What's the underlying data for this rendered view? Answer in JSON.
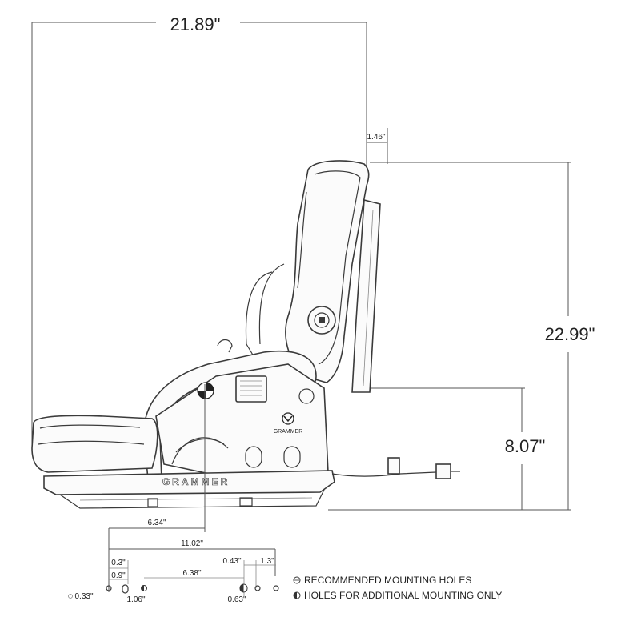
{
  "dimensions": {
    "overall_width": "21.89\"",
    "overall_height": "22.99\"",
    "seat_height": "8.07\"",
    "backrest_offset": "1.46\"",
    "mount_front": "6.34\"",
    "mount_total": "11.02\""
  },
  "mounting": {
    "d_03": "0.3\"",
    "d_09": "0.9\"",
    "d_033": "0.33\"",
    "d_106": "1.06\"",
    "d_638": "6.38\"",
    "d_043": "0.43\"",
    "d_13": "1.3\"",
    "d_063": "0.63\""
  },
  "legend": {
    "recommended": "RECOMMENDED MOUNTING HOLES",
    "additional": "HOLES FOR ADDITIONAL MOUNTING ONLY"
  },
  "brand": {
    "label": "GRAMMER",
    "logo_text": "GRAMMER"
  }
}
